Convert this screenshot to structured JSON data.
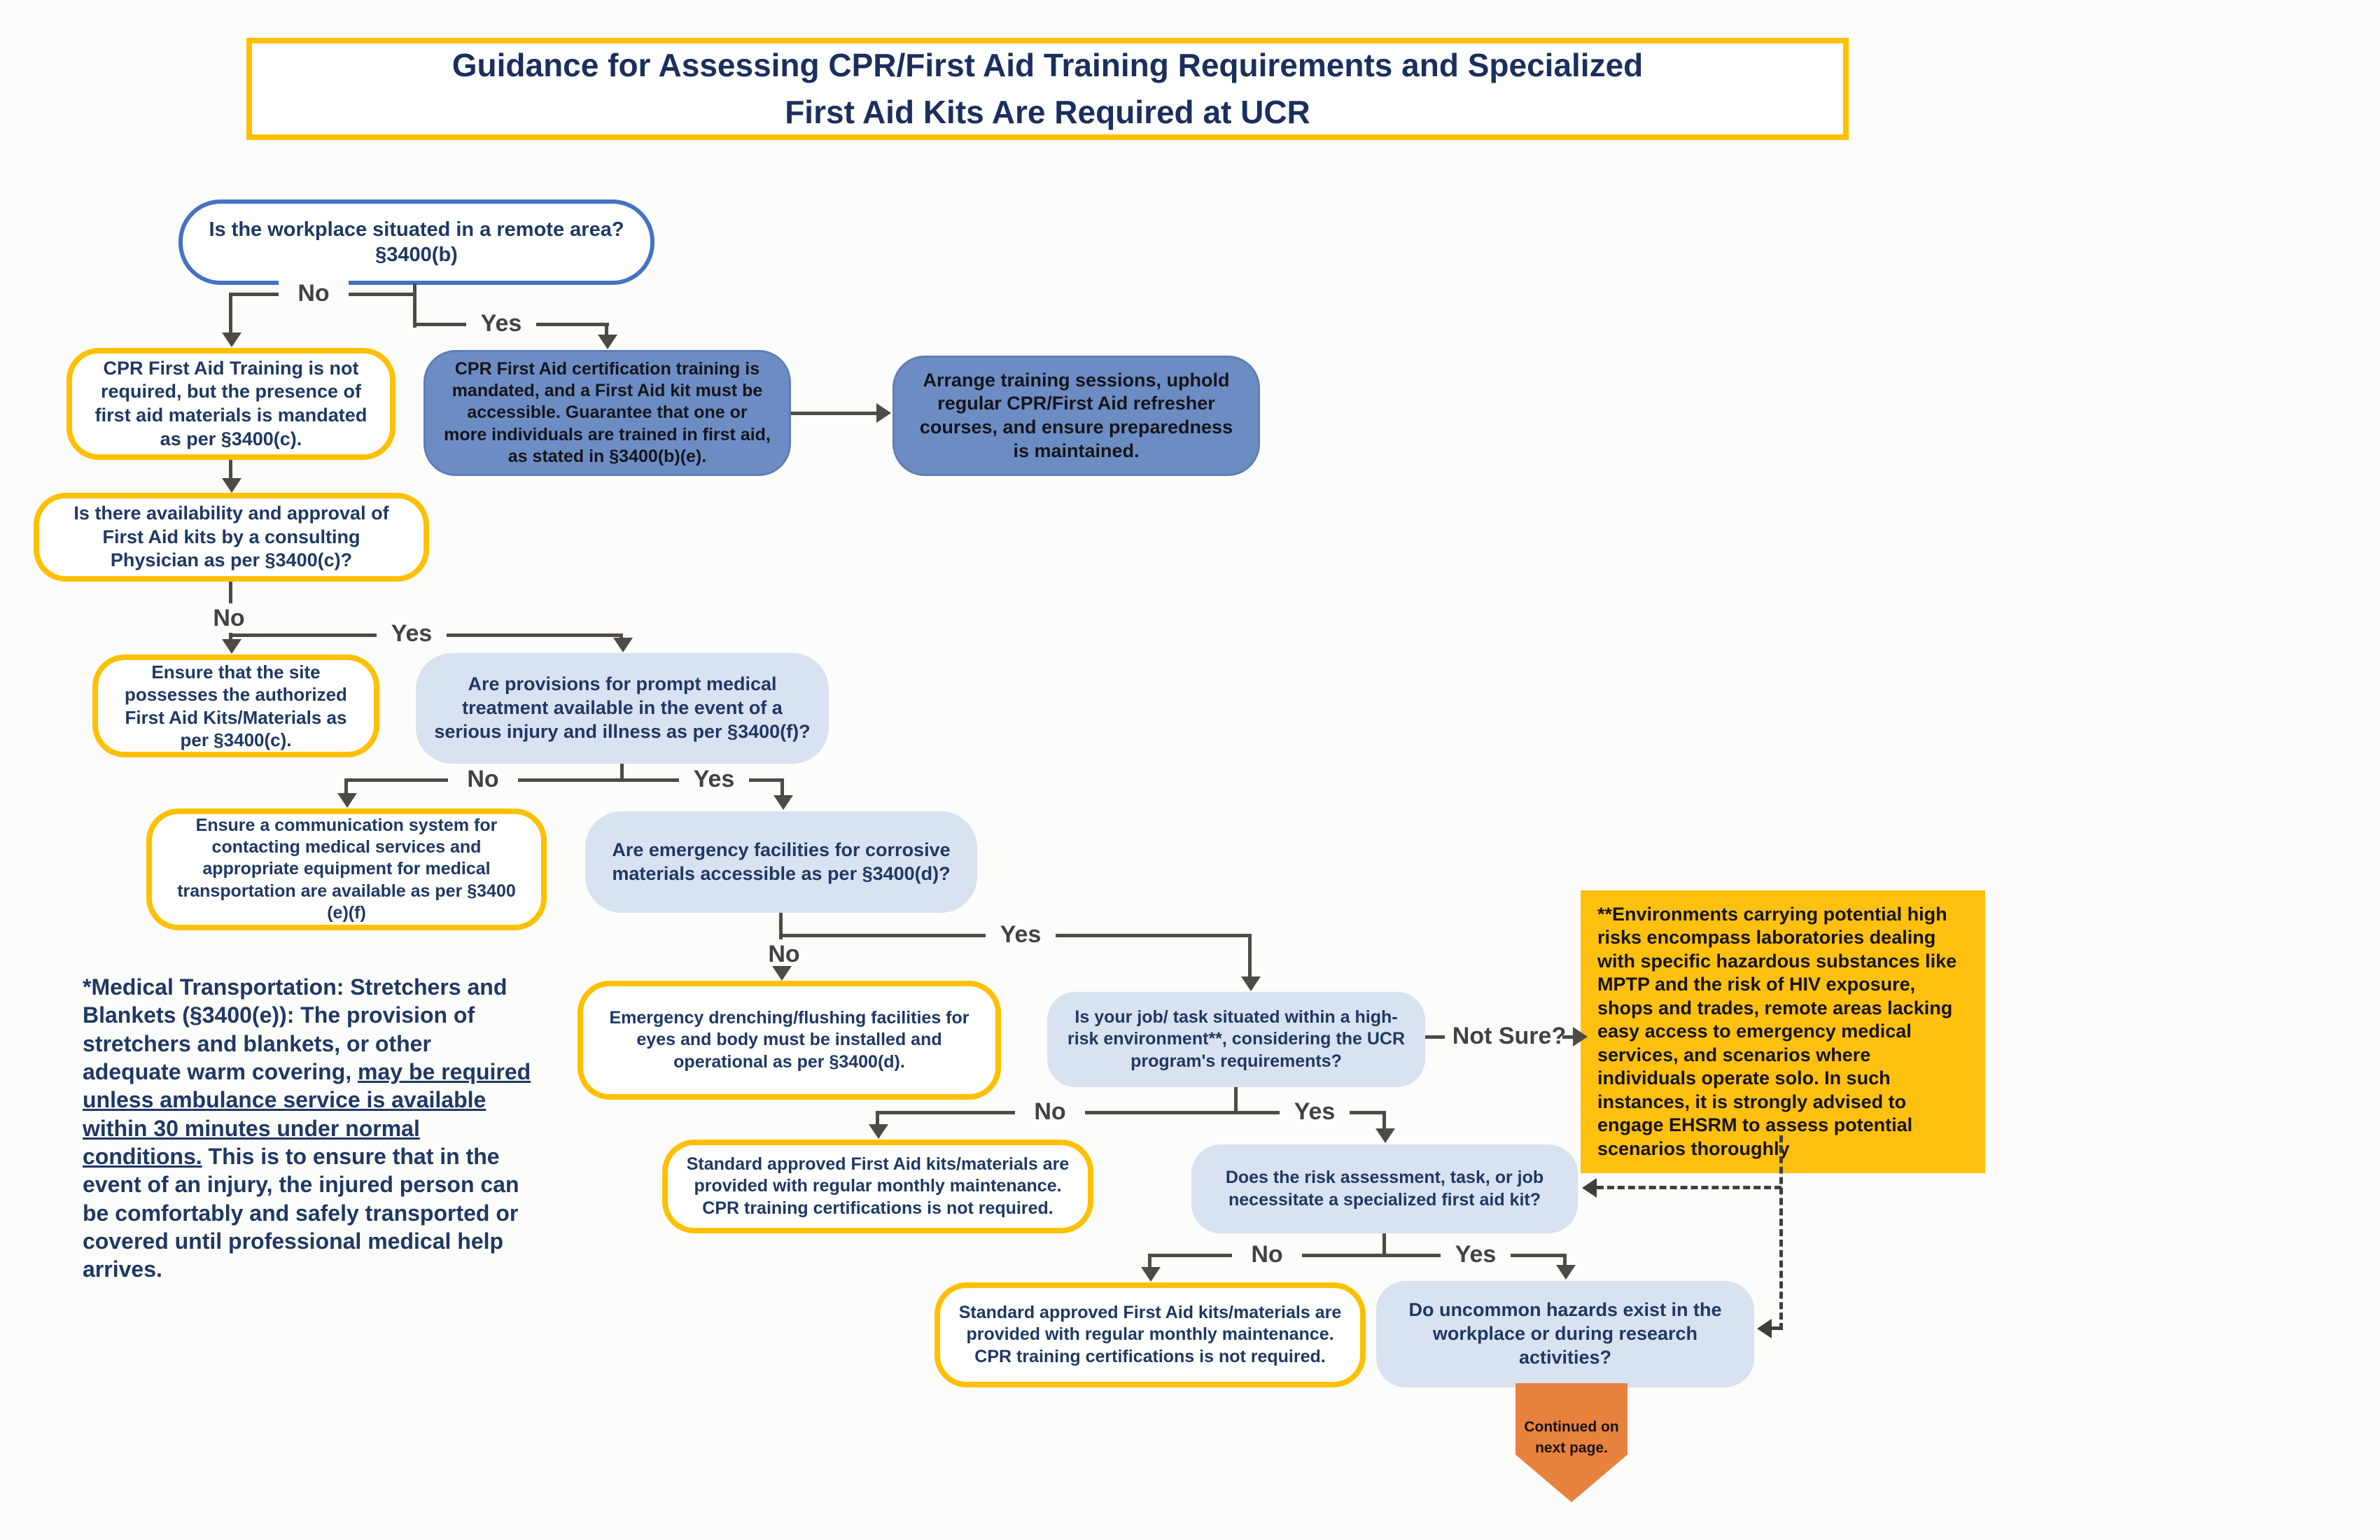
{
  "title": {
    "line1": "Guidance for Assessing CPR/First Aid Training Requirements and Specialized",
    "line2": "First Aid Kits Are Required at UCR"
  },
  "labels": {
    "no": "No",
    "yes": "Yes",
    "not_sure": "Not Sure?"
  },
  "nodes": {
    "remote_area": {
      "text": "Is the workplace situated in a remote area? §3400(b)"
    },
    "no_training": {
      "text": "CPR First Aid Training is not required, but the presence of first aid materials is mandated as per §3400(c)."
    },
    "training_mandated": {
      "text": "CPR First Aid certification training is mandated, and a First Aid kit must be accessible. Guarantee that one or more individuals are trained in first aid, as stated in §3400(b)(e)."
    },
    "arrange_training": {
      "text": "Arrange training sessions, uphold regular CPR/First Aid refresher courses, and ensure preparedness is maintained."
    },
    "kit_approval": {
      "text": "Is there availability and approval of First Aid kits by a consulting Physician as per §3400(c)?"
    },
    "site_kits": {
      "text": "Ensure that the site possesses the authorized First Aid Kits/Materials as per §3400(c)."
    },
    "prompt_medical": {
      "text": "Are provisions for prompt medical treatment available in the event of a serious injury and illness as per §3400(f)?"
    },
    "comm_system": {
      "text": "Ensure a communication system for contacting medical services and appropriate equipment for medical transportation are available as per §3400 (e)(f)"
    },
    "corrosive_facilities": {
      "text": "Are emergency facilities for corrosive materials accessible as per §3400(d)?"
    },
    "drenching": {
      "text": "Emergency drenching/flushing facilities for eyes and body must be installed and operational as per §3400(d)."
    },
    "high_risk": {
      "text": "Is your job/ task situated within a high-risk environment**, considering the UCR program's requirements?"
    },
    "standard_kits_1": {
      "text": "Standard approved First Aid kits/materials are provided with regular monthly maintenance. CPR training certifications is not required."
    },
    "specialized_kit": {
      "text": "Does the risk assessment, task, or job necessitate a specialized first aid kit?"
    },
    "standard_kits_2": {
      "text": "Standard approved First Aid kits/materials are provided with regular monthly maintenance. CPR training certifications is not required."
    },
    "uncommon_hazards": {
      "text": "Do uncommon hazards exist in the workplace or during research activities?"
    }
  },
  "notes": {
    "high_risk_env": {
      "text": "**Environments carrying potential high risks encompass laboratories dealing with specific hazardous substances like MPTP and the risk of HIV exposure, shops and trades, remote areas lacking easy access to emergency medical services, and scenarios where individuals operate solo. In such instances, it is strongly advised to engage EHSRM to assess potential scenarios thoroughly"
    },
    "medical_transport": {
      "before": "*Medical Transportation: Stretchers and Blankets (§3400(e)): The provision of stretchers and blankets, or other adequate warm covering, ",
      "underlined": "may be required unless ambulance service is available within 30 minutes under normal conditions.",
      "after": " This is to ensure that in the event of an injury, the injured person can be comfortably and safely transported or covered until professional medical help arrives."
    }
  },
  "footer": {
    "continued": "Continued on next page."
  },
  "colors": {
    "gold": "#FFC000",
    "navy": "#1F3864",
    "fill_blue": "#6C8CC4",
    "light_blue": "#D9E2F0",
    "orange": "#E9813E",
    "connector": "#4D4B44"
  }
}
